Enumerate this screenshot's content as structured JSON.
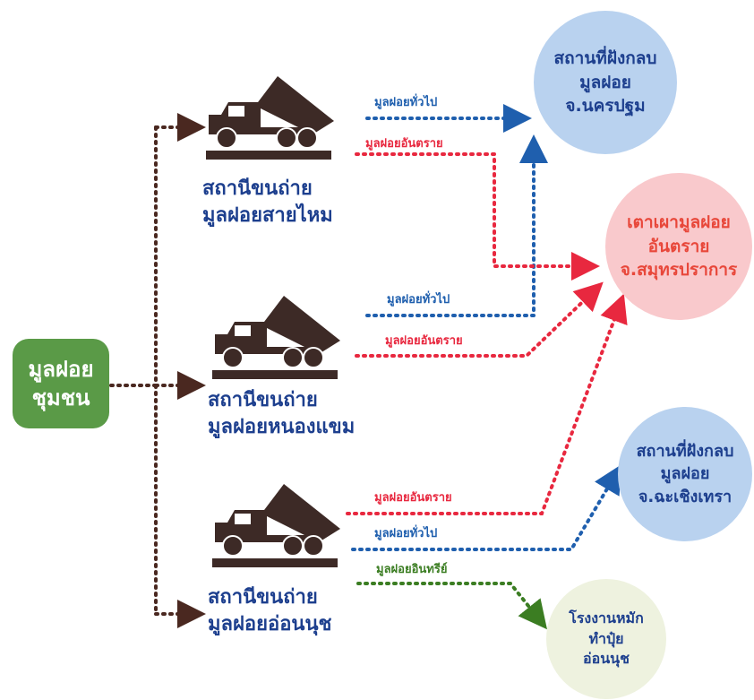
{
  "source": {
    "line1": "มูลฝอย",
    "line2": "ชุมชน"
  },
  "stations": [
    {
      "line1": "สถานีขนถ่าย",
      "line2": "มูลฝอยสายไหม"
    },
    {
      "line1": "สถานีขนถ่าย",
      "line2": "มูลฝอยหนองแขม"
    },
    {
      "line1": "สถานีขนถ่าย",
      "line2": "มูลฝอยอ่อนนุช"
    }
  ],
  "destinations": [
    {
      "line1": "สถานที่ฝังกลบ",
      "line2": "มูลฝอย",
      "line3": "จ.นครปฐม",
      "fill": "#b9d2ef",
      "text_color": "#1d3f8e"
    },
    {
      "line1": "เตาเผามูลฝอย",
      "line2": "อันตราย",
      "line3": "จ.สมุทรปราการ",
      "fill": "#f9c9cc",
      "text_color": "#e8473a"
    },
    {
      "line1": "สถานที่ฝังกลบ",
      "line2": "มูลฝอย",
      "line3": "จ.ฉะเชิงเทรา",
      "fill": "#b9d2ef",
      "text_color": "#1d3f8e"
    },
    {
      "line1": "โรงงานหมัก",
      "line2": "ทำปุ๋ย",
      "line3": "อ่อนนุช",
      "fill": "#eef2df",
      "text_color": "#1d3f8e"
    }
  ],
  "edge_labels": {
    "general": "มูลฝอยทั่วไป",
    "hazardous": "มูลฝอยอันตราย",
    "organic": "มูลฝอยอินทรีย์"
  },
  "colors": {
    "general": "#1f5fae",
    "hazardous": "#e8283f",
    "organic": "#3b7d22",
    "trunk": "#4a2820",
    "truck": "#3d2a26"
  }
}
